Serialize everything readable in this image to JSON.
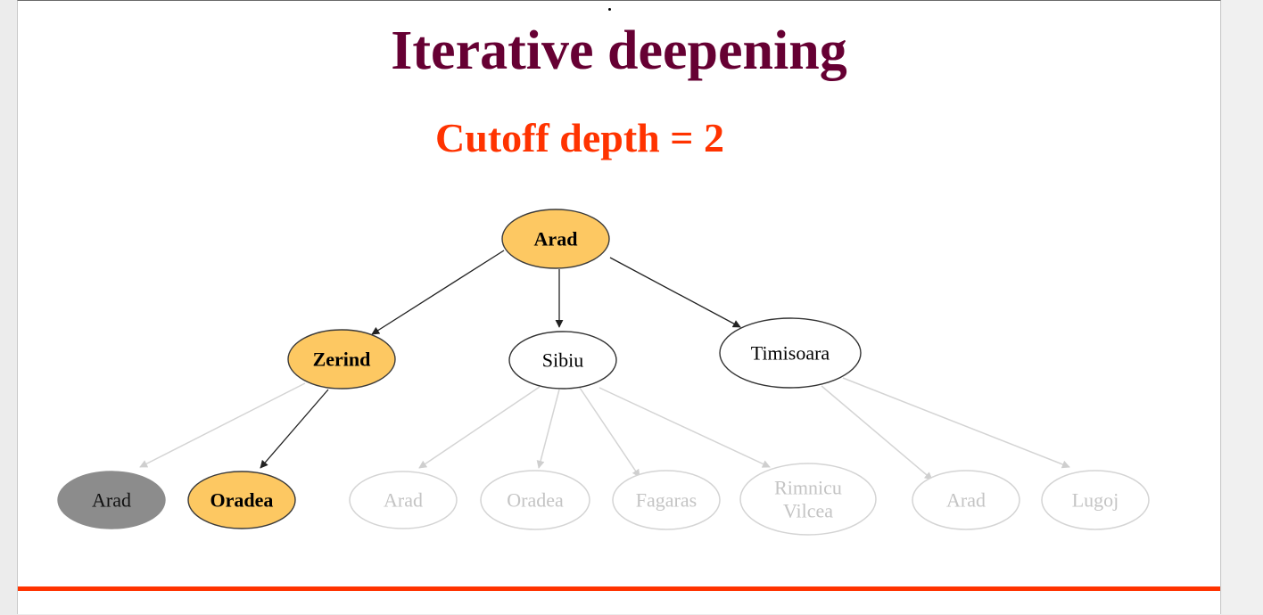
{
  "slide": {
    "title": "Iterative deepening",
    "subtitle": "Cutoff depth = 2"
  },
  "colors": {
    "title": "#660033",
    "subtitle": "#ff3300",
    "rule": "#ff3300",
    "expanded_fill": "#fdc862",
    "visited_fill": "#8c8c8c",
    "dim_stroke": "#d4d4d4",
    "dim_text": "#c4c4c4"
  },
  "tree": {
    "nodes": [
      {
        "id": "arad-root",
        "lines": [
          "Arad"
        ],
        "state": "expanded",
        "bold": true
      },
      {
        "id": "zerind",
        "lines": [
          "Zerind"
        ],
        "state": "expanded",
        "bold": true
      },
      {
        "id": "sibiu",
        "lines": [
          "Sibiu"
        ],
        "state": "frontier",
        "bold": false
      },
      {
        "id": "timisoara",
        "lines": [
          "Timisoara"
        ],
        "state": "frontier",
        "bold": false
      },
      {
        "id": "arad-z",
        "lines": [
          "Arad"
        ],
        "state": "visited",
        "bold": false
      },
      {
        "id": "oradea-z",
        "lines": [
          "Oradea"
        ],
        "state": "expanded",
        "bold": true
      },
      {
        "id": "arad-s",
        "lines": [
          "Arad"
        ],
        "state": "dim",
        "bold": false
      },
      {
        "id": "oradea-s",
        "lines": [
          "Oradea"
        ],
        "state": "dim",
        "bold": false
      },
      {
        "id": "fagaras",
        "lines": [
          "Fagaras"
        ],
        "state": "dim",
        "bold": false
      },
      {
        "id": "rimnicu-vilcea",
        "lines": [
          "Rimnicu",
          "Vilcea"
        ],
        "state": "dim",
        "bold": false
      },
      {
        "id": "arad-t",
        "lines": [
          "Arad"
        ],
        "state": "dim",
        "bold": false
      },
      {
        "id": "lugoj",
        "lines": [
          "Lugoj"
        ],
        "state": "dim",
        "bold": false
      }
    ],
    "edges": [
      {
        "from": "arad-root",
        "to": "zerind",
        "dim": false
      },
      {
        "from": "arad-root",
        "to": "sibiu",
        "dim": false
      },
      {
        "from": "arad-root",
        "to": "timisoara",
        "dim": false
      },
      {
        "from": "zerind",
        "to": "arad-z",
        "dim": true
      },
      {
        "from": "zerind",
        "to": "oradea-z",
        "dim": false
      },
      {
        "from": "sibiu",
        "to": "arad-s",
        "dim": true
      },
      {
        "from": "sibiu",
        "to": "oradea-s",
        "dim": true
      },
      {
        "from": "sibiu",
        "to": "fagaras",
        "dim": true
      },
      {
        "from": "sibiu",
        "to": "rimnicu-vilcea",
        "dim": true
      },
      {
        "from": "timisoara",
        "to": "arad-t",
        "dim": true
      },
      {
        "from": "timisoara",
        "to": "lugoj",
        "dim": true
      }
    ]
  }
}
